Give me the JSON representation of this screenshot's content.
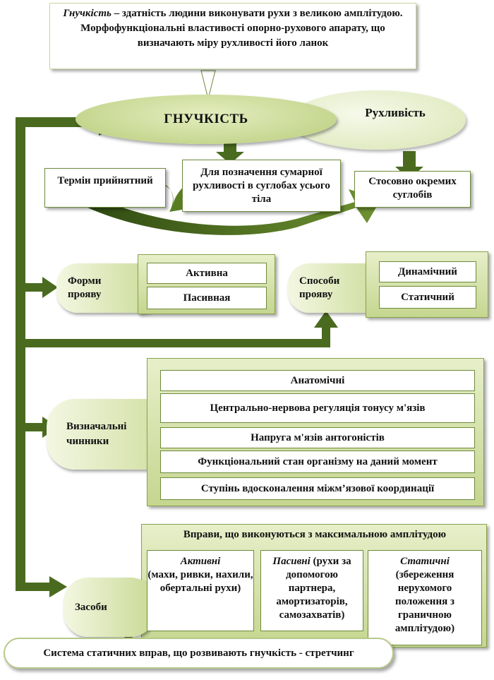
{
  "definition": {
    "term": "Гнучкість",
    "text": " – здатність людини виконувати рухи з великою амплітудою. Морфофункціональні властивості опорно-рухового апарату, що визначають міру рухливості його ланок"
  },
  "main_ellipse": "ГНУЧКІСТЬ",
  "secondary_ellipse": "Рухливість",
  "term_boxes": {
    "accepted": "Термін прийнятний",
    "total_mobility": "Для позначення сумарної рухливості в суглобах усього тіла",
    "separate_joints": "Стосовно окремих суглобів"
  },
  "forms": {
    "label": "Форми прояву",
    "items": [
      "Активна",
      "Пасивная"
    ]
  },
  "methods": {
    "label": "Способи прояву",
    "items": [
      "Динамічний",
      "Статичний"
    ]
  },
  "factors": {
    "label": "Визначальні чинники",
    "items": [
      "Анатомічні",
      "Центрально-нервова регуляція тонусу м'язів",
      "Напруга м'язів антогоністів",
      "Функціональний стан організму на даний момент",
      "Ступінь вдосконалення міжм’язової координації"
    ]
  },
  "means": {
    "label": "Засоби",
    "header": "Вправи, що виконуються з максимальною амплітудою",
    "active": {
      "title": "Активні",
      "text": "(махи, ривки, нахили, обертальні рухи)"
    },
    "passive": {
      "title": "Пасивні",
      "text": " (рухи за допомогою партнера, амортизаторів, самозахватів)"
    },
    "static": {
      "title": "Статичні",
      "text": "(збереження нерухомого положення з граничною амплітудою)"
    }
  },
  "stretching": "Система статичних вправ, що розвивають гнучкість - стретчинг",
  "colors": {
    "arrow": "#4a6b1f",
    "panel": "#c5d68f",
    "border": "#6e8a3c"
  }
}
